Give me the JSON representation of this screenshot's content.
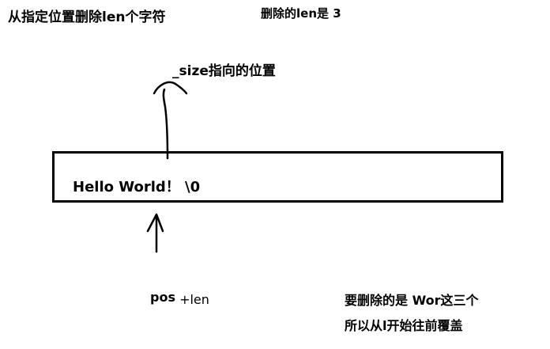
{
  "labels": {
    "title_left": "从指定位置删除len个字符",
    "title_right": "删除的len是 3",
    "size_pointer": "_size指向的位置",
    "pos_word": "pos",
    "pos_suffix": "+len",
    "note_line_1": "要删除的是 Wor这三个",
    "note_line_2": "所以从l开始往前覆盖"
  },
  "buffer": {
    "content": "Hello World！ \\0"
  }
}
